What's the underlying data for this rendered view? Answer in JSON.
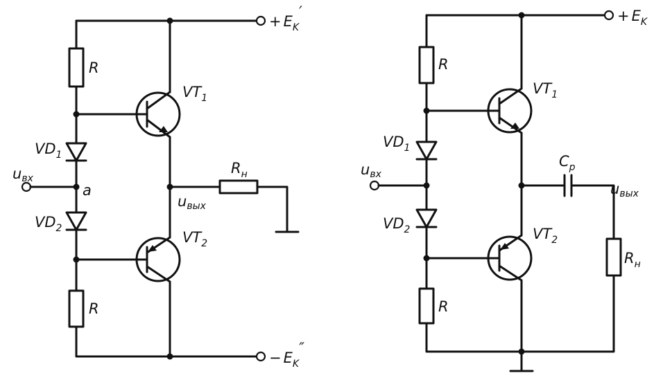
{
  "left": {
    "supply_pos": {
      "sign": "+",
      "main": "E",
      "sub": "K",
      "prime": "′"
    },
    "supply_neg": {
      "sign": "−",
      "main": "E",
      "sub": "K",
      "prime": "″"
    },
    "r_top": "R",
    "r_bottom": "R",
    "vt1": {
      "main": "VT",
      "sub": "1"
    },
    "vt2": {
      "main": "VT",
      "sub": "2"
    },
    "vd1": {
      "main": "VD",
      "sub": "1"
    },
    "vd2": {
      "main": "VD",
      "sub": "2"
    },
    "input": {
      "main": "u",
      "sub": "вх"
    },
    "node_a": "a",
    "output": {
      "main": "u",
      "sub": "вых"
    },
    "r_load": {
      "main": "R",
      "sub": "н"
    }
  },
  "right": {
    "supply_pos": {
      "sign": "+",
      "main": "E",
      "sub": "K"
    },
    "r_top": "R",
    "r_bottom": "R",
    "vt1": {
      "main": "VT",
      "sub": "1"
    },
    "vt2": {
      "main": "VT",
      "sub": "2"
    },
    "vd1": {
      "main": "VD",
      "sub": "1"
    },
    "vd2": {
      "main": "VD",
      "sub": "2"
    },
    "input": {
      "main": "u",
      "sub": "вх"
    },
    "cap": {
      "main": "C",
      "sub": "р"
    },
    "output": {
      "main": "u",
      "sub": "вых"
    },
    "r_load": {
      "main": "R",
      "sub": "н"
    }
  }
}
